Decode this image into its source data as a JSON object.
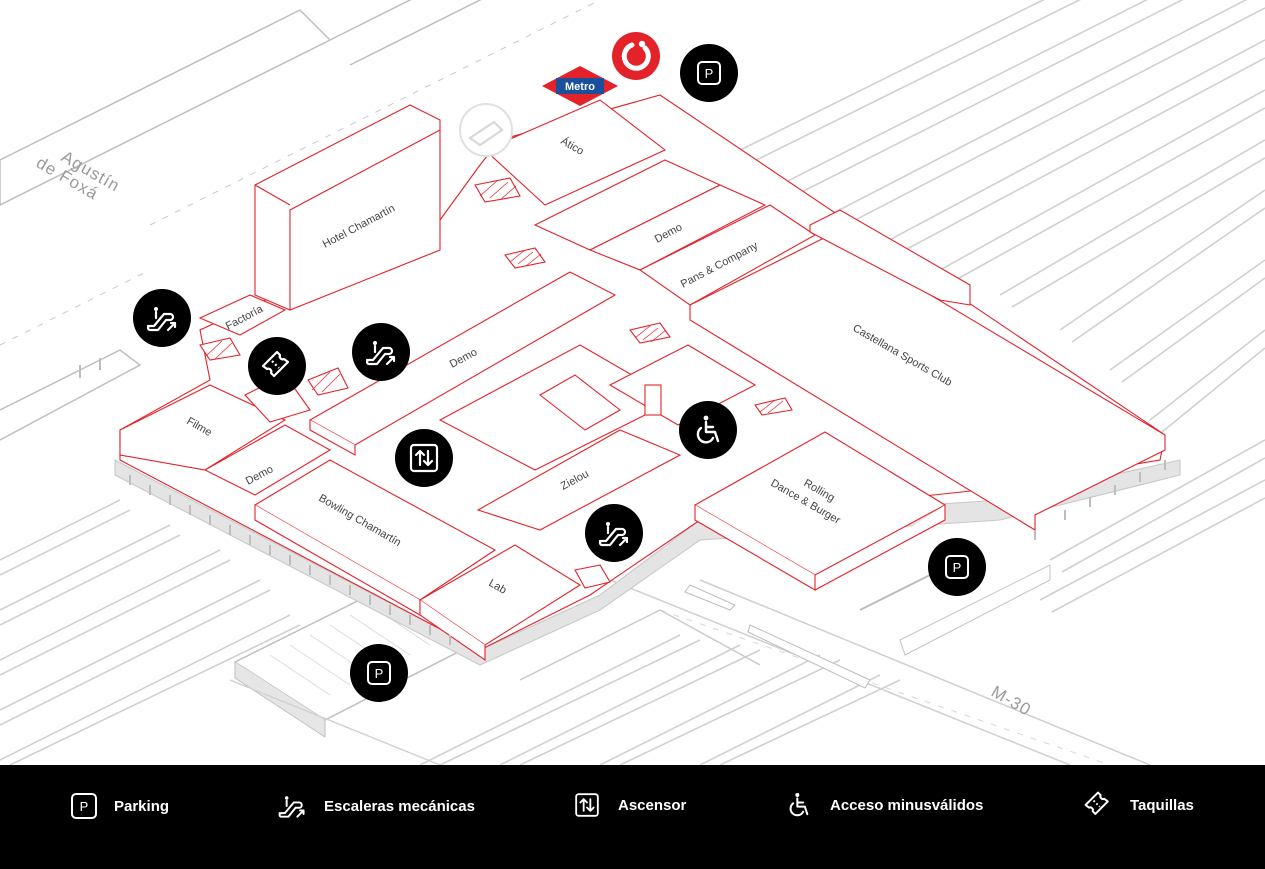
{
  "colors": {
    "accent": "#e3222a",
    "metro_blue": "#1a4f9c",
    "marker_bg": "#000000",
    "legend_bg": "#000000"
  },
  "streets": {
    "agustin_line1": "Agustín",
    "agustin_line2": "de Foxá",
    "m30": "M-30"
  },
  "metro": {
    "label": "Metro"
  },
  "buildings": {
    "hotel": "Hotel Chamartín",
    "atico": "Ático",
    "demo_top": "Demo",
    "pans": "Pans & Company",
    "castellana": "Castellana Sports Club",
    "factoria": "Factoría",
    "demo_mid": "Demo",
    "filme": "Filme",
    "demo_left": "Demo",
    "zielou": "Zielou",
    "bowling": "Bowling Chamartín",
    "lab": "Lab",
    "rolling_line1": "Rolling",
    "rolling_line2": "Dance & Burger"
  },
  "markers": {
    "parking_letter": "P"
  },
  "legend": {
    "parking": {
      "label": "Parking",
      "icon": "parking-icon"
    },
    "escalators": {
      "label": "Escaleras mecánicas",
      "icon": "escalator-icon"
    },
    "elevator": {
      "label": "Ascensor",
      "icon": "elevator-icon"
    },
    "accessibility": {
      "label": "Acceso minusválidos",
      "icon": "wheelchair-icon"
    },
    "tickets": {
      "label": "Taquillas",
      "icon": "ticket-icon"
    }
  }
}
